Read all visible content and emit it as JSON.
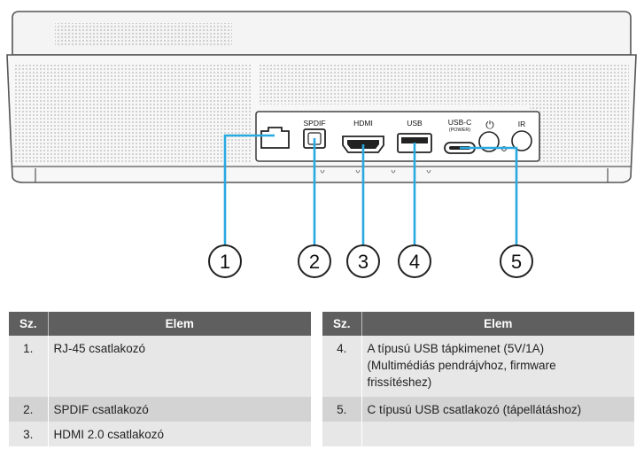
{
  "figure": {
    "port_labels": {
      "spdif": "SPDIF",
      "hdmi": "HDMI",
      "usb": "USB",
      "usbc_line1": "USB-C",
      "usbc_line2": "(POWER)",
      "power_symbol": "⏻",
      "ir": "IR"
    },
    "callouts": [
      "1",
      "2",
      "3",
      "4",
      "5"
    ]
  },
  "table": {
    "header_num": "Sz.",
    "header_item": "Elem",
    "left_rows": [
      {
        "num": "1.",
        "item": "RJ-45 csatlakozó"
      },
      {
        "num": "2.",
        "item": "SPDIF csatlakozó"
      },
      {
        "num": "3.",
        "item": "HDMI 2.0 csatlakozó"
      }
    ],
    "right_rows": [
      {
        "num": "4.",
        "item_line1": "A típusú USB tápkimenet (5V/1A)",
        "item_line2": "(Multimédiás pendrájvhoz, firmware",
        "item_line3": "frissítéshez)"
      },
      {
        "num": "5.",
        "item": "C típusú USB csatlakozó (tápellátáshoz)"
      },
      {
        "num": "",
        "item": ""
      }
    ]
  }
}
